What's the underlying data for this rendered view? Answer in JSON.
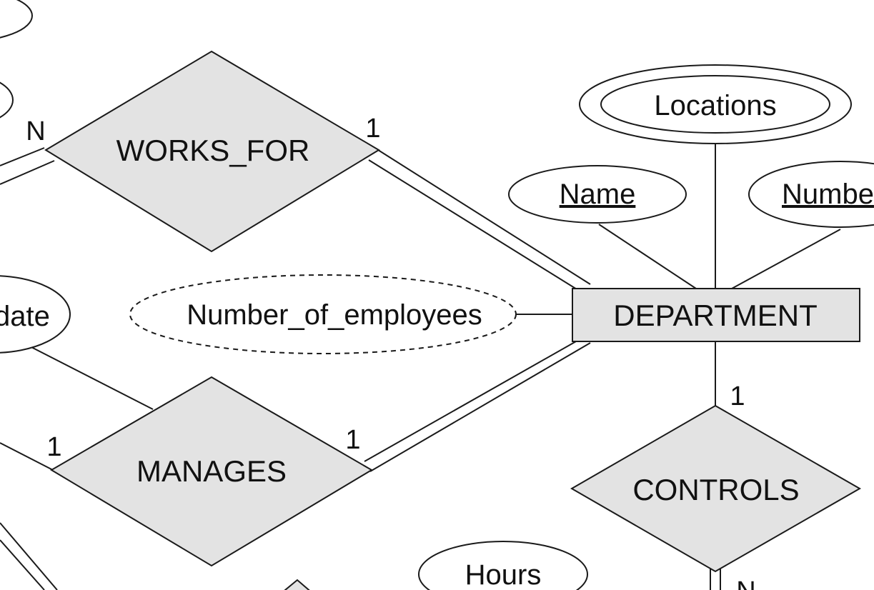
{
  "diagram": {
    "entities": {
      "department": "DEPARTMENT"
    },
    "relationships": {
      "works_for": "WORKS_FOR",
      "manages": "MANAGES",
      "controls": "CONTROLS"
    },
    "attributes": {
      "locations": "Locations",
      "name": "Name",
      "number": "Numbe",
      "number_of_employees": "Number_of_employees",
      "start_date": "date",
      "hours": "Hours"
    },
    "cardinalities": {
      "works_for_employee": "N",
      "works_for_department": "1",
      "manages_employee": "1",
      "manages_department": "1",
      "controls_department": "1",
      "controls_project": "N"
    }
  }
}
